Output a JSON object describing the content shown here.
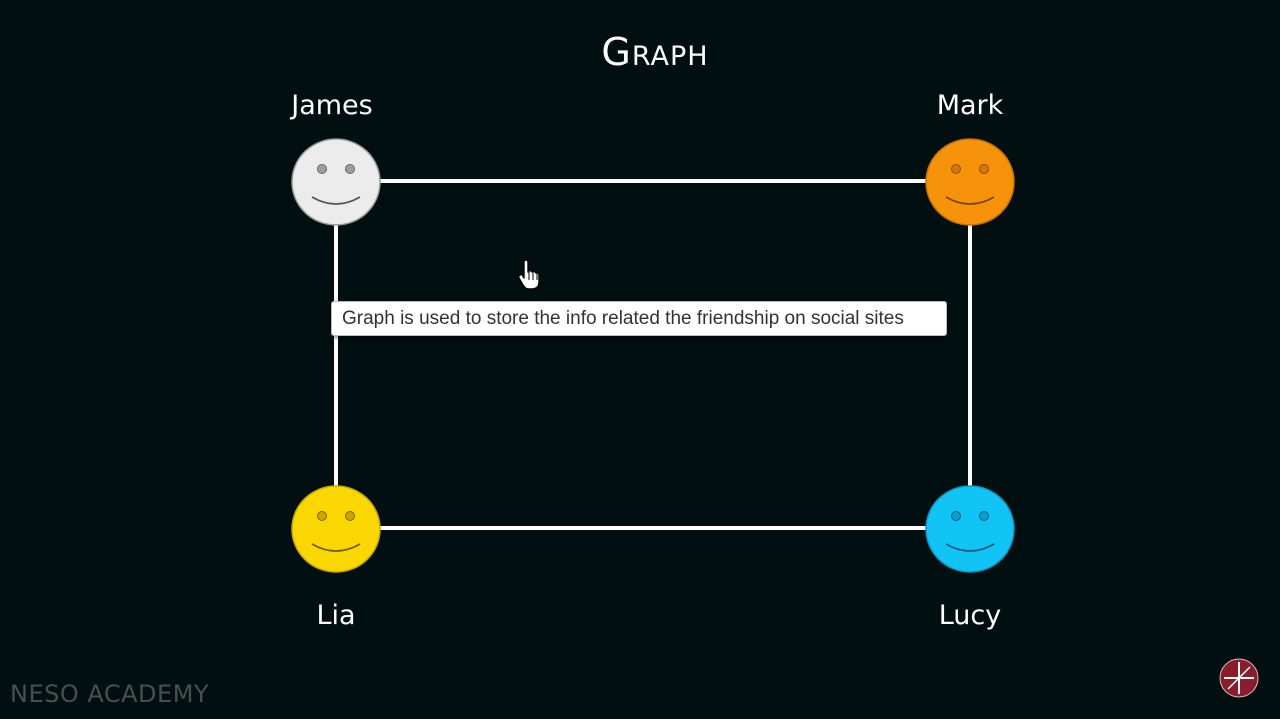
{
  "title": "Graph",
  "nodes": [
    {
      "name": "James",
      "color": "#ececec"
    },
    {
      "name": "Mark",
      "color": "#f7930a"
    },
    {
      "name": "Lia",
      "color": "#fad700"
    },
    {
      "name": "Lucy",
      "color": "#12c4f5"
    }
  ],
  "edges": [
    [
      "James",
      "Mark"
    ],
    [
      "James",
      "Lia"
    ],
    [
      "Mark",
      "Lucy"
    ],
    [
      "Lia",
      "Lucy"
    ]
  ],
  "tooltip": "Graph is used to store the info related the friendship on social sites",
  "watermark": "NESO ACADEMY",
  "colors": {
    "background": "#020f10",
    "edge": "#ffffff",
    "logo": "#8a1c2b"
  }
}
